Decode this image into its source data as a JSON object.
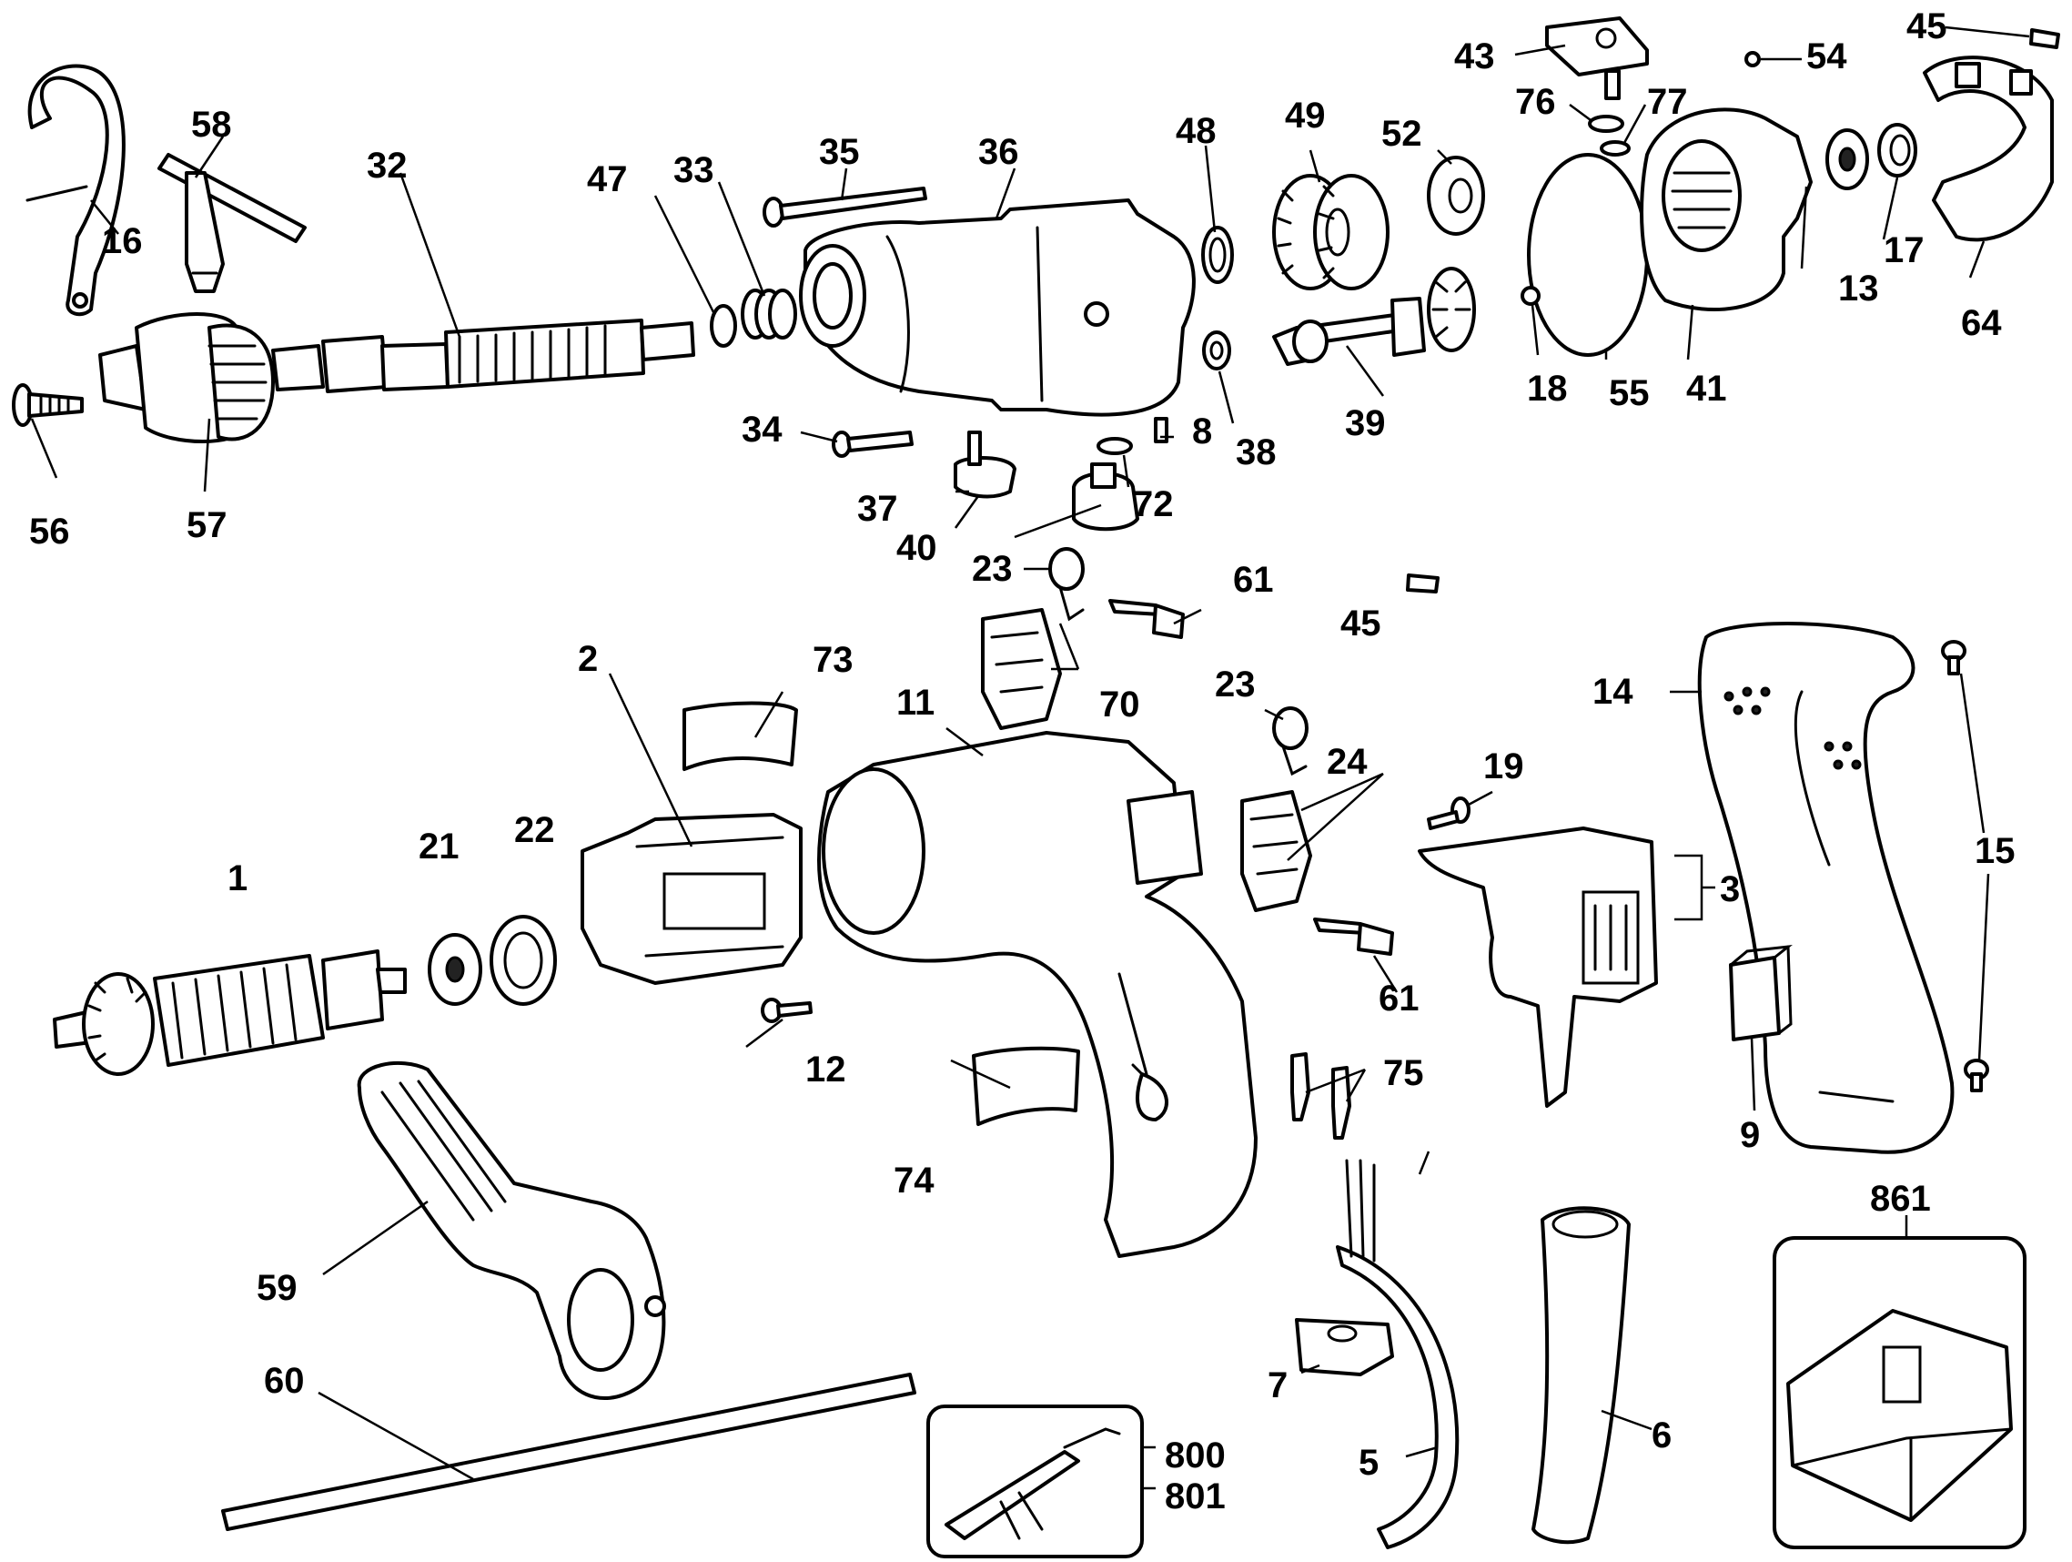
{
  "diagram": {
    "part_labels": [
      "16",
      "58",
      "32",
      "47",
      "33",
      "35",
      "36",
      "48",
      "49",
      "52",
      "43",
      "54",
      "45",
      "76",
      "77",
      "13",
      "17",
      "64",
      "41",
      "55",
      "18",
      "39",
      "38",
      "8",
      "72",
      "40",
      "37",
      "34",
      "56",
      "57",
      "23",
      "61",
      "45",
      "70",
      "73",
      "2",
      "11",
      "23",
      "24",
      "19",
      "14",
      "3",
      "15",
      "21",
      "22",
      "1",
      "12",
      "61",
      "75",
      "9",
      "74",
      "59",
      "60",
      "7",
      "5",
      "6",
      "800",
      "801",
      "861"
    ]
  }
}
